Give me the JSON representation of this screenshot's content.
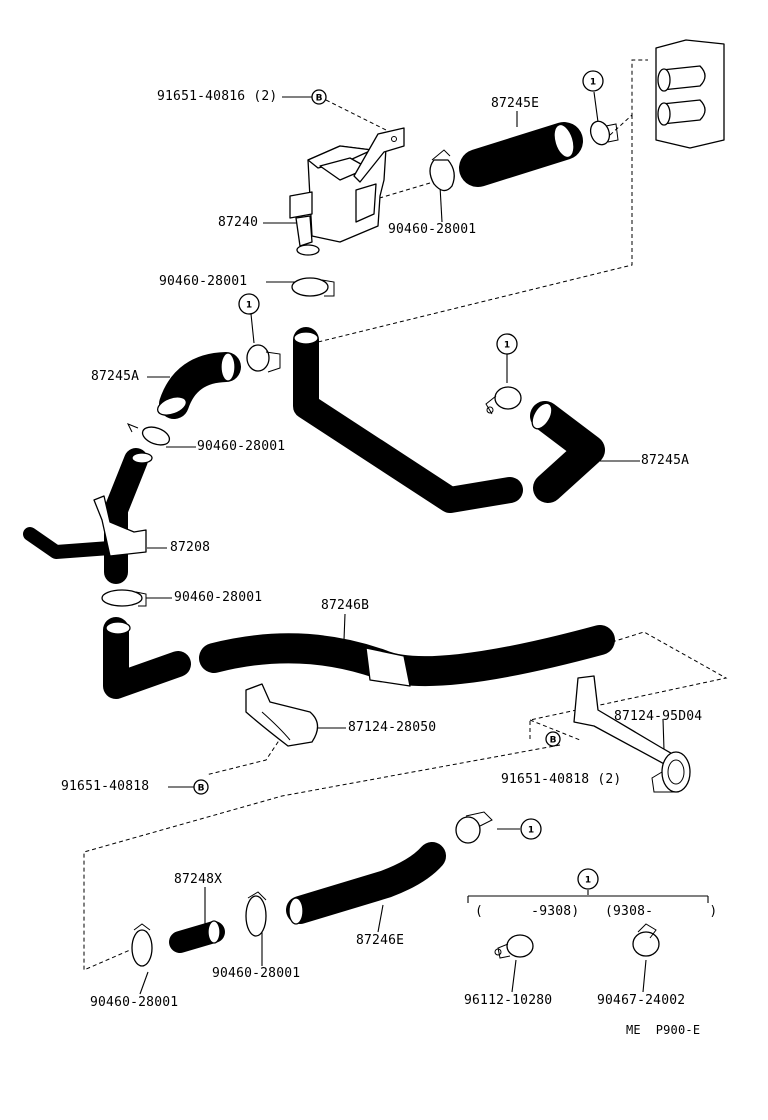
{
  "diagram": {
    "part_labels": {
      "bolt_top": "91651-40816 (2)",
      "hose_e_top": "87245E",
      "valve": "87240",
      "clamp_valve_right": "90460-28001",
      "clamp_valve_below": "90460-28001",
      "hose_a_left": "87245A",
      "clamp_hose_a_left": "90460-28001",
      "hose_a_right": "87245A",
      "pipe": "87208",
      "clamp_pipe": "90460-28001",
      "hose_b": "87246B",
      "bracket_lower": "87124-28050",
      "bolt_lower": "91651-40818",
      "bracket_right": "87124-95D04",
      "bolt_right": "91651-40818 (2)",
      "hose_x": "87248X",
      "clamp_bottom_mid": "90460-28001",
      "hose_e_bottom": "87246E",
      "clamp_bottom_left": "90460-28001",
      "variant_clamp_a": "96112-10280",
      "variant_clamp_b": "90467-24002"
    },
    "variant_group": {
      "badge": "1",
      "range_a": "(      -9308)",
      "range_b": "(9308-       )"
    },
    "badges": {
      "one": "1",
      "b": "B"
    },
    "footer_code": "ME  P900-E"
  }
}
